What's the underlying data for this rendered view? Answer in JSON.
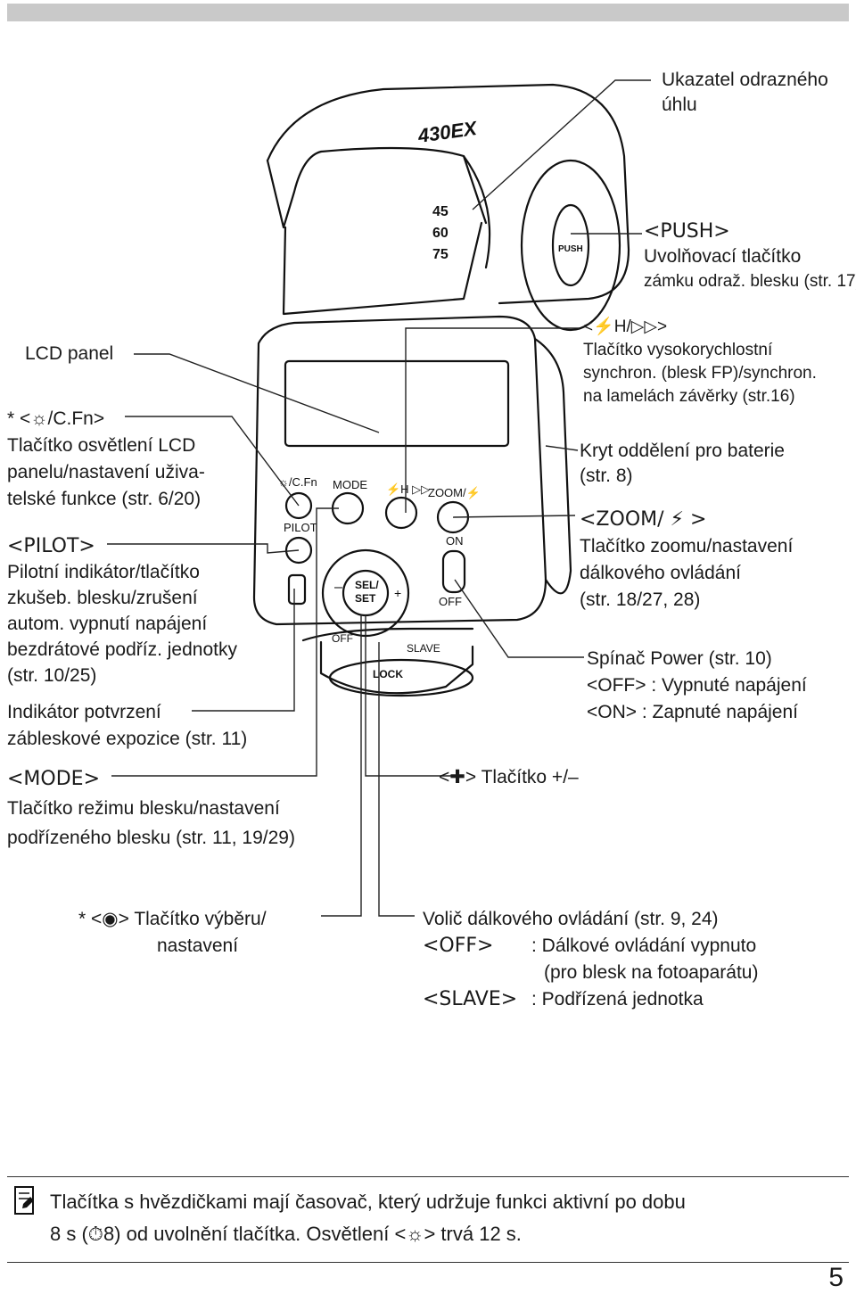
{
  "labels": {
    "bounce_indicator": [
      "Ukazatel odrazného",
      "úhlu"
    ],
    "push_button": [
      "<PUSH>",
      "Uvolňovací tlačítko",
      "zámku odraž. blesku (str. 17)"
    ],
    "hs_button": [
      "<⚡H/▷▷>",
      "Tlačítko vysokorychlostní",
      "synchron. (blesk FP)/synchron.",
      "na lamelách závěrky (str.16)"
    ],
    "battery_cover": [
      "Kryt oddělení pro baterie",
      "(str. 8)"
    ],
    "zoom_button": [
      "<ZOOM/ ⚡ >",
      "Tlačítko zoomu/nastavení",
      "dálkového ovládání",
      "(str. 18/27, 28)"
    ],
    "power_switch": [
      "Spínač Power (str. 10)",
      "<OFF> : Vypnuté napájení",
      "<ON> : Zapnuté napájení"
    ],
    "plus_minus": "<✚> Tlačítko +/–",
    "lcd_panel": "LCD panel",
    "light_button": [
      "* <☼/C.Fn>",
      "Tlačítko osvětlení LCD",
      "panelu/nastavení uživa-",
      "telské funkce (str. 6/20)"
    ],
    "pilot_button": [
      "<PILOT>",
      "Pilotní indikátor/tlačítko",
      "zkušeb. blesku/zrušení",
      "autom. vypnutí napájení",
      "bezdrátové podříz. jednotky",
      "(str. 10/25)"
    ],
    "fec_indicator": [
      "Indikátor potvrzení",
      "zábleskové expozice (str. 11)"
    ],
    "mode_button": [
      "<MODE>",
      "Tlačítko režimu blesku/nastavení",
      "podřízeného blesku (str. 11, 19/29)"
    ],
    "select_button": [
      "* <◉> Tlačítko výběru/",
      "nastavení"
    ],
    "wireless_switch": [
      "Volič dálkového ovládání (str. 9, 24)",
      "<OFF>",
      ": Dálkové ovládání vypnuto",
      "(pro blesk na fotoaparátu)",
      "<SLAVE>",
      ": Podřízená jednotka"
    ]
  },
  "device": {
    "model": "430EX",
    "angles": [
      "45",
      "60",
      "75"
    ],
    "push": "PUSH",
    "btn_labels": {
      "light": "☼/C.Fn",
      "mode": "MODE",
      "hs": "⚡H ▷▷",
      "zoom": "ZOOM/⚡",
      "pilot": "PILOT",
      "on": "ON",
      "off": "OFF",
      "selset": "SEL/ SET",
      "minus": "–",
      "plus": "+",
      "slave": "SLAVE",
      "off2": "OFF",
      "lock": "LOCK"
    }
  },
  "note": {
    "line1": "Tlačítka s hvězdičkami mají časovač, který udržuje funkci aktivní po dobu",
    "line2": "8 s (⏱8) od uvolnění tlačítka. Osvětlení <☼> trvá 12 s."
  },
  "page_number": "5"
}
